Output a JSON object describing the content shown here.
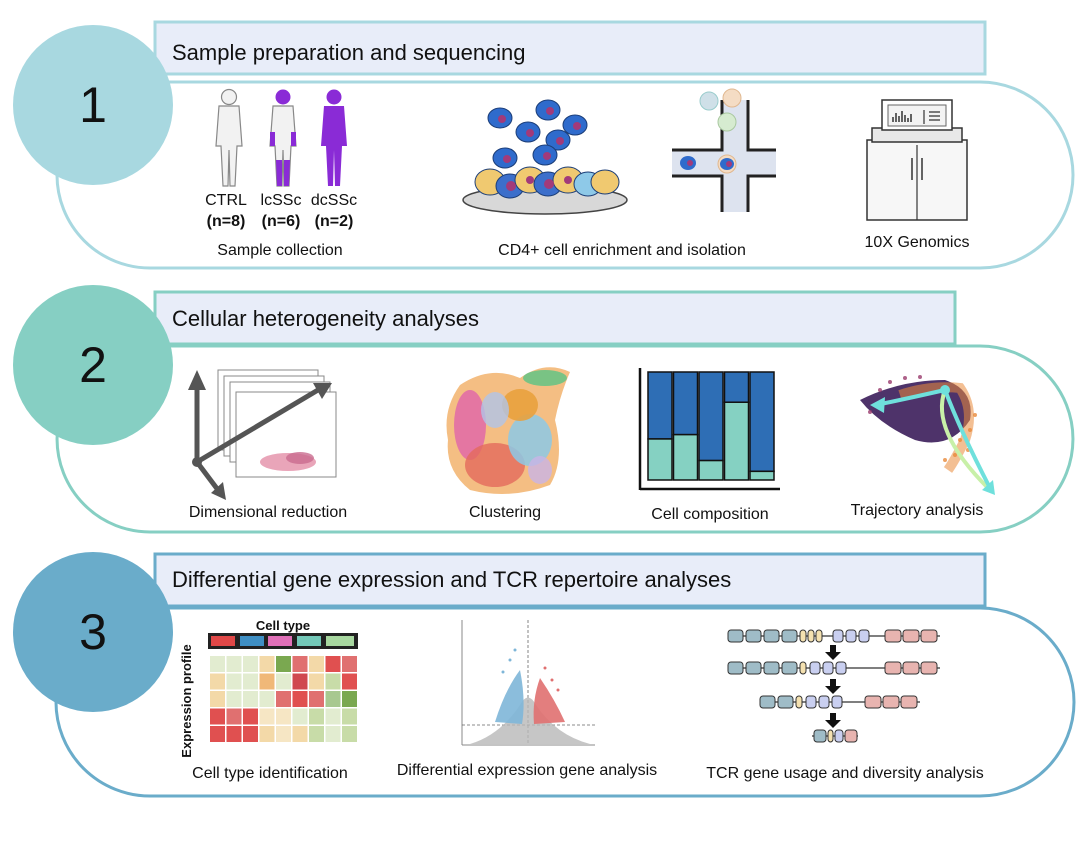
{
  "colors": {
    "step1": "#a8d8e0",
    "step2": "#86cfc3",
    "step3": "#6aacca",
    "header_fill": "#e8edf9",
    "purple": "#8a2bd6",
    "bar_blue": "#2e6eb5",
    "bar_teal": "#85d1c2"
  },
  "steps": [
    {
      "number": "1",
      "title": "Sample preparation and sequencing",
      "items": [
        {
          "label": "Sample collection"
        },
        {
          "label": "CD4+ cell enrichment and isolation"
        },
        {
          "label": "10X Genomics"
        }
      ],
      "groups": [
        {
          "name": "CTRL",
          "count": "(n=8)"
        },
        {
          "name": "lcSSc",
          "count": "(n=6)"
        },
        {
          "name": "dcSSc",
          "count": "(n=2)"
        }
      ]
    },
    {
      "number": "2",
      "title": "Cellular heterogeneity analyses",
      "items": [
        {
          "label": "Dimensional reduction"
        },
        {
          "label": "Clustering"
        },
        {
          "label": "Cell composition"
        },
        {
          "label": "Trajectory analysis"
        }
      ]
    },
    {
      "number": "3",
      "title": "Differential gene expression and TCR repertoire analyses",
      "items": [
        {
          "label": "Cell type identification"
        },
        {
          "label": "Differential expression gene analysis"
        },
        {
          "label": "TCR gene usage and diversity analysis"
        }
      ],
      "heatmap": {
        "column_title": "Cell type",
        "row_title": "Expression profile"
      }
    }
  ],
  "cell_composition": {
    "bars_teal_fraction": [
      0.38,
      0.42,
      0.18,
      0.72,
      0.08
    ]
  }
}
